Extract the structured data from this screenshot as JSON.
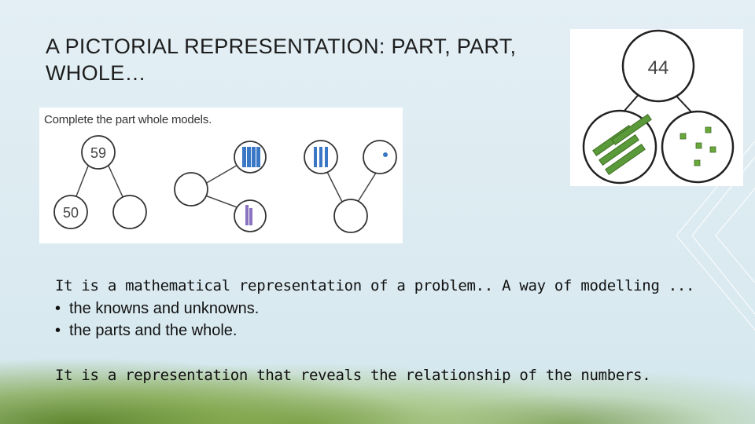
{
  "slide": {
    "title": "A PICTORIAL REPRESENTATION: PART, PART, WHOLE…",
    "worksheet": {
      "caption": "Complete the part whole models.",
      "model1": {
        "whole": "59",
        "part_a": "50"
      }
    },
    "example": {
      "whole": "44"
    },
    "body": {
      "line1": "It is a mathematical representation of a problem.. A way of modelling ...",
      "bullets": [
        "the knowns and unknowns.",
        "the parts and the whole."
      ],
      "line2": "It is a representation that reveals the relationship of the numbers."
    }
  },
  "colors": {
    "ten_stick": "#3a78c6",
    "ones_cube": "#8a73c0",
    "example_rod": "#5a9a3a",
    "example_cube": "#6aa83c"
  },
  "bullet_glyph": "•"
}
